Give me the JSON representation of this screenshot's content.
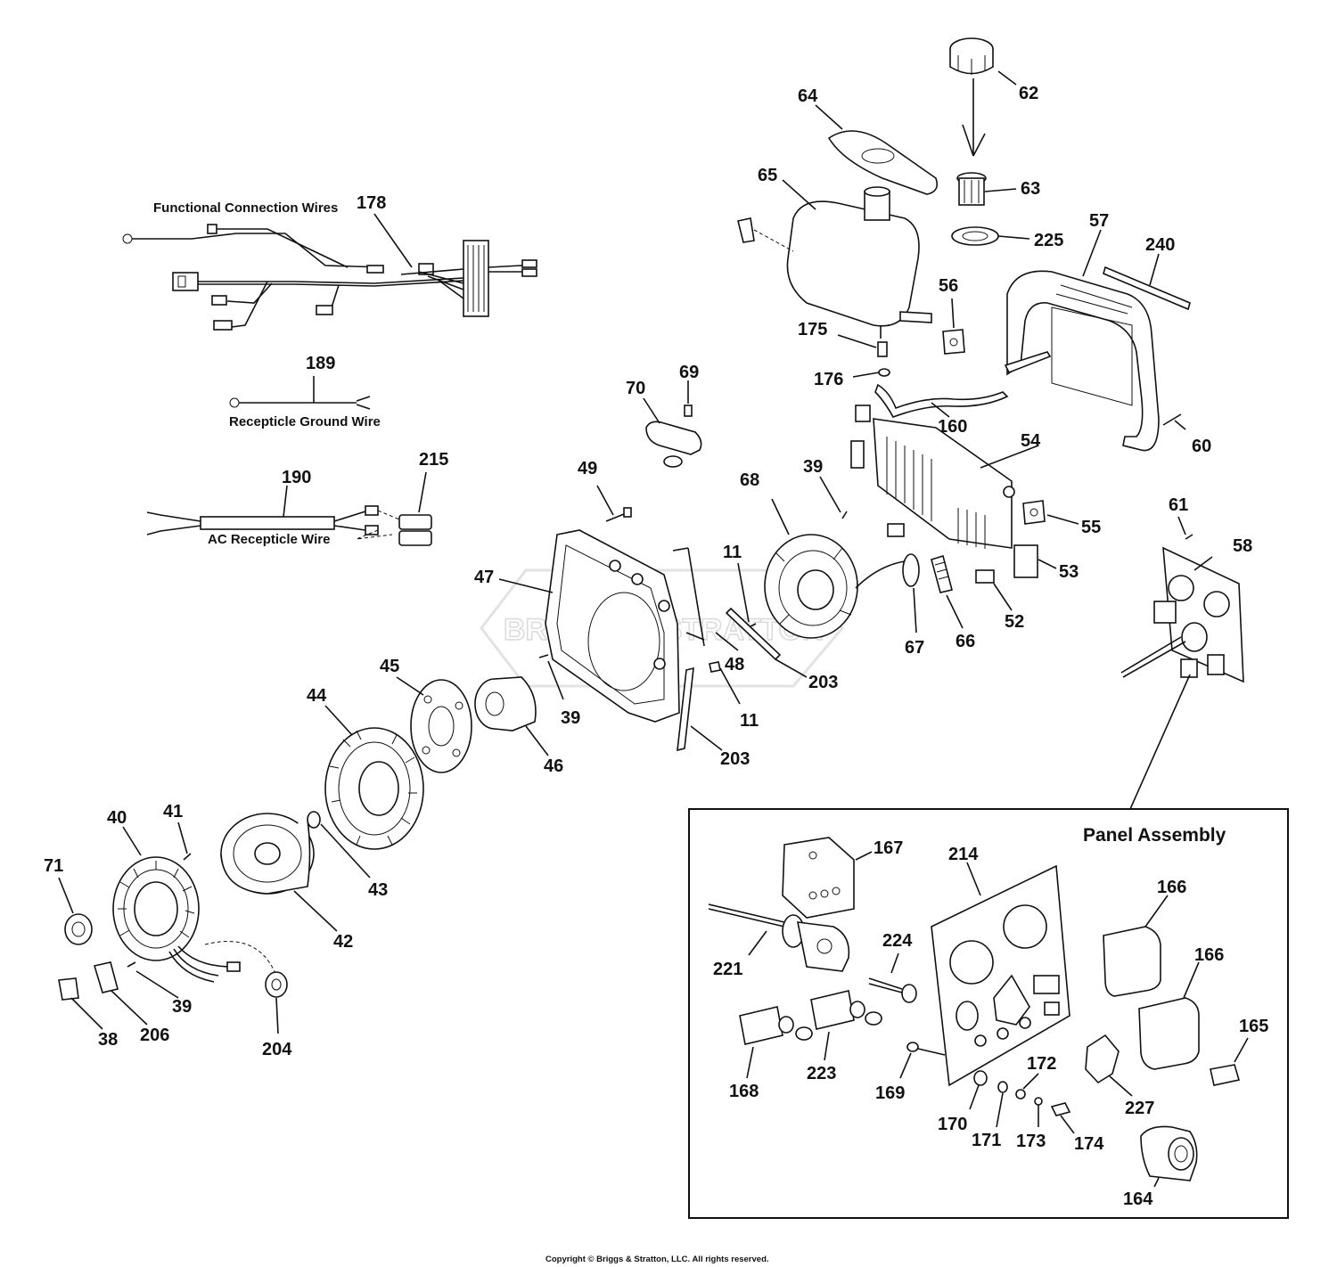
{
  "captions": {
    "functional_connection_wires": "Functional Connection Wires",
    "receptacle_ground_wire": "Recepticle Ground Wire",
    "ac_receptacle_wire": "AC Recepticle Wire",
    "panel_assembly": "Panel Assembly",
    "watermark": "BRIGGS & STRATTON",
    "copyright": "Copyright © Briggs & Stratton, LLC. All rights reserved."
  },
  "part_labels": {
    "p178": "178",
    "p189": "189",
    "p190": "190",
    "p215": "215",
    "p64": "64",
    "p62": "62",
    "p65": "65",
    "p63": "63",
    "p225": "225",
    "p57": "57",
    "p240": "240",
    "p56": "56",
    "p175": "175",
    "p176": "176",
    "p160": "160",
    "p60": "60",
    "p69": "69",
    "p70": "70",
    "p54": "54",
    "p39a": "39",
    "p49": "49",
    "p68": "68",
    "p55": "55",
    "p61": "61",
    "p58": "58",
    "p11a": "11",
    "p53": "53",
    "p47": "47",
    "p52": "52",
    "p67": "67",
    "p66": "66",
    "p48": "48",
    "p203a": "203",
    "p45": "45",
    "p44": "44",
    "p39b": "39",
    "p11b": "11",
    "p46": "46",
    "p203b": "203",
    "p40": "40",
    "p41": "41",
    "p71": "71",
    "p43": "43",
    "p42": "42",
    "p39c": "39",
    "p38": "38",
    "p206": "206",
    "p204": "204",
    "p167": "167",
    "p214": "214",
    "p166a": "166",
    "p166b": "166",
    "p221": "221",
    "p224": "224",
    "p165": "165",
    "p168": "168",
    "p223": "223",
    "p169": "169",
    "p172": "172",
    "p227": "227",
    "p170": "170",
    "p171": "171",
    "p173": "173",
    "p174": "174",
    "p164": "164"
  }
}
